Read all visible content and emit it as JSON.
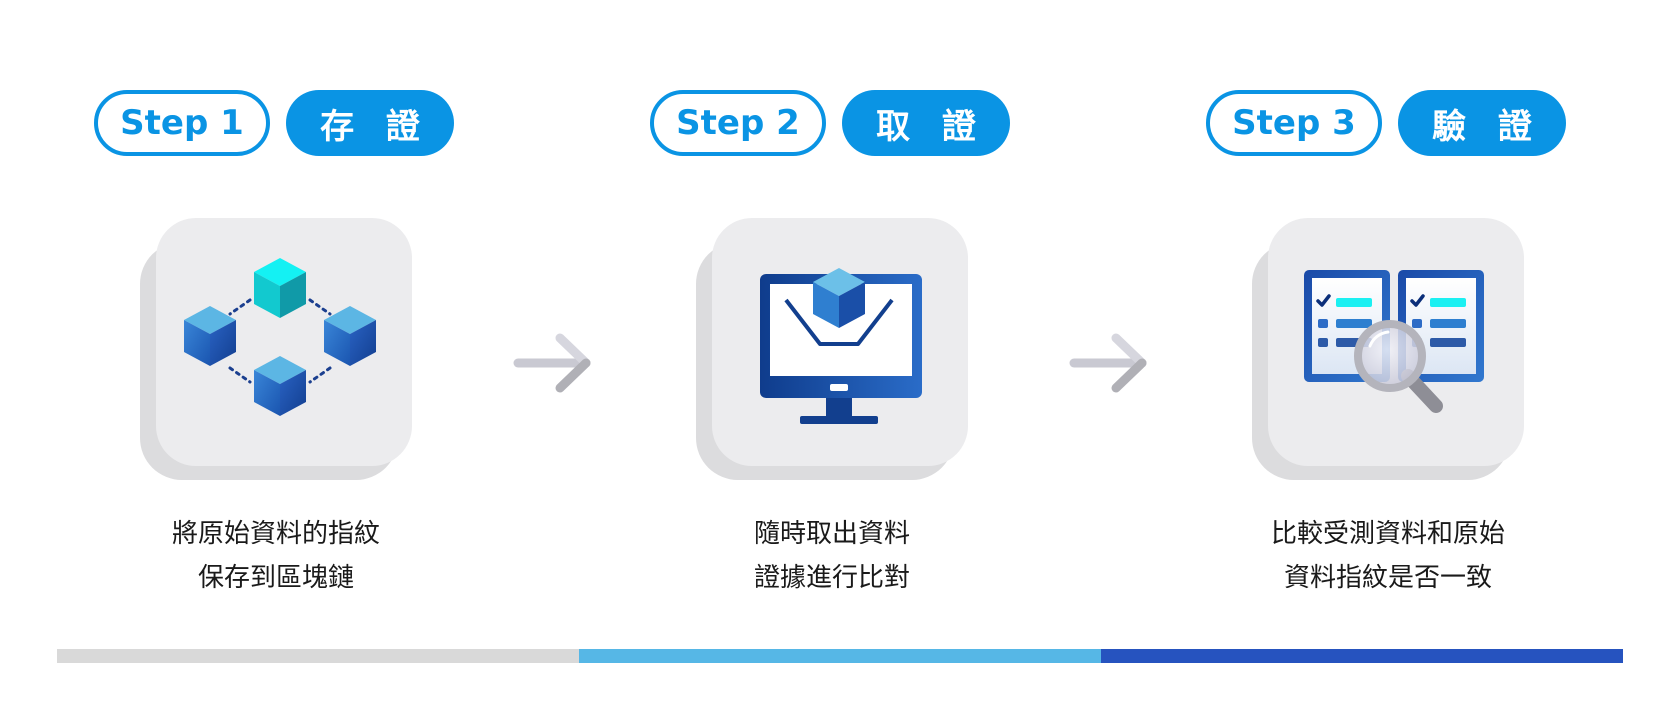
{
  "steps": [
    {
      "step_label": "Step 1",
      "action_label": "存 證",
      "caption_line1": "將原始資料的指紋",
      "caption_line2": "保存到區塊鏈",
      "icon": "blockchain-icon"
    },
    {
      "step_label": "Step 2",
      "action_label": "取 證",
      "caption_line1": "隨時取出資料",
      "caption_line2": "證據進行比對",
      "icon": "monitor-icon"
    },
    {
      "step_label": "Step 3",
      "action_label": "驗 證",
      "caption_line1": "比較受測資料和原始",
      "caption_line2": "資料指紋是否一致",
      "icon": "document-search-icon"
    }
  ],
  "colors": {
    "accent": "#0a94e4",
    "card_back": "#dcdcde",
    "card_front": "#ececee",
    "bar_segments": [
      "#d9d9d9",
      "#56b7e6",
      "#2653bf"
    ]
  }
}
